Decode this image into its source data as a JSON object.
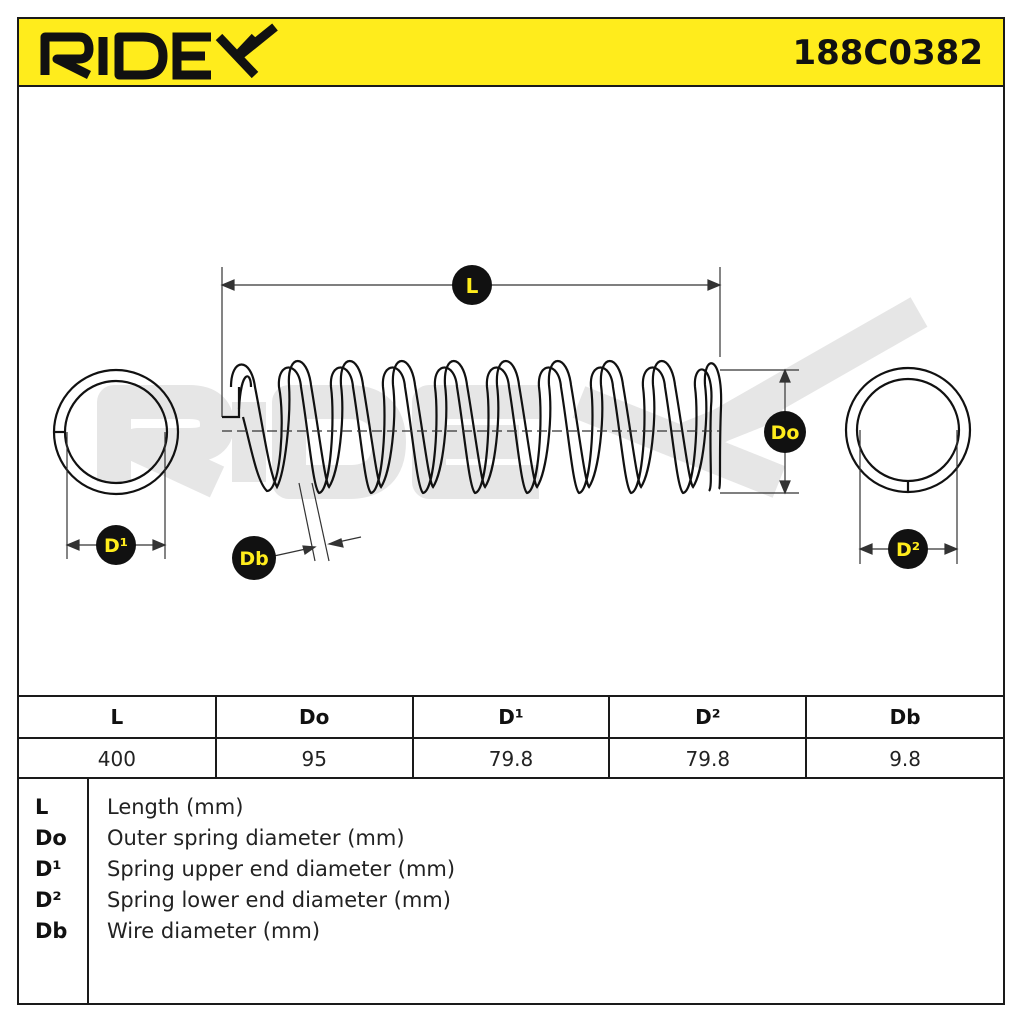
{
  "header": {
    "brand": "RIDEX",
    "part_number": "188C0382",
    "colors": {
      "background": "#ffec1c",
      "text": "#111111"
    }
  },
  "drawing": {
    "watermark": "RIDEX",
    "labels": {
      "length": "L",
      "outer_diameter": "Do",
      "upper_end_diameter": "D¹",
      "lower_end_diameter": "D²",
      "wire_diameter": "Db"
    }
  },
  "spec_table": {
    "headers": [
      "L",
      "Do",
      "D¹",
      "D²",
      "Db"
    ],
    "values": [
      "400",
      "95",
      "79.8",
      "79.8",
      "9.8"
    ]
  },
  "legend": [
    {
      "key": "L",
      "description": "Length (mm)"
    },
    {
      "key": "Do",
      "description": "Outer spring diameter (mm)"
    },
    {
      "key": "D¹",
      "description": "Spring upper end diameter (mm)"
    },
    {
      "key": "D²",
      "description": "Spring lower end diameter (mm)"
    },
    {
      "key": "Db",
      "description": "Wire diameter (mm)"
    }
  ]
}
